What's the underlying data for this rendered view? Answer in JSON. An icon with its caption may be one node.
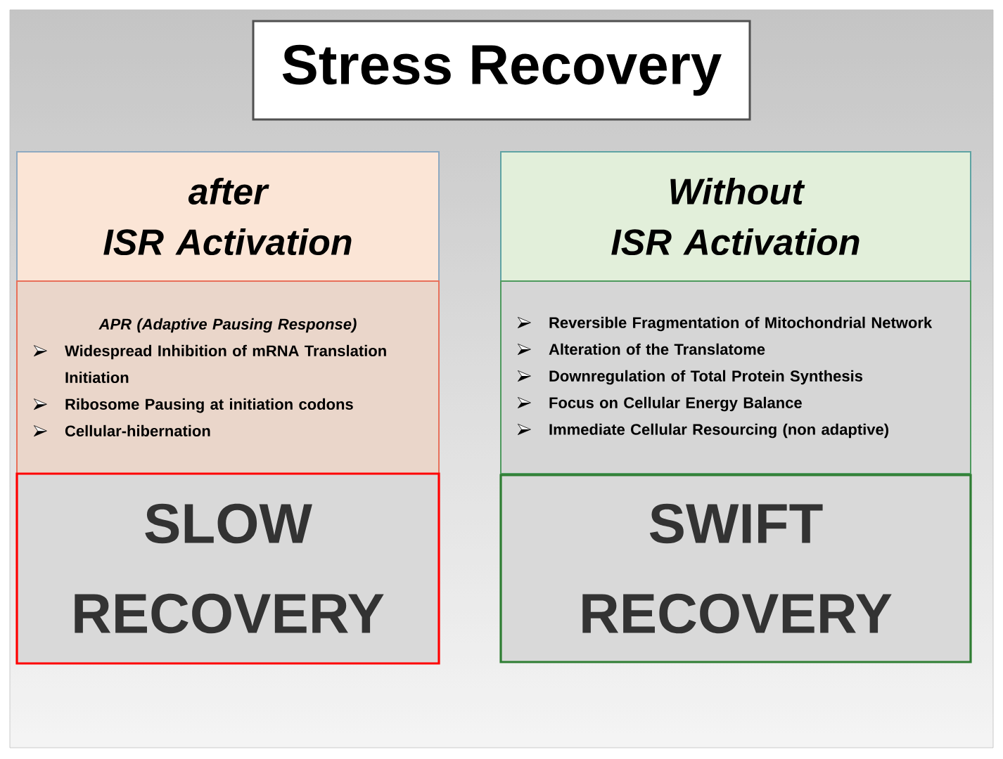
{
  "diagram": {
    "title": "Stress Recovery",
    "nodes": [
      {
        "text": [
          "after ISR Activation"
        ]
      },
      {
        "text": [
          "APR (Adaptive Pausing Response)",
          "Widespread Inhibition of mRNA Translation Initiation",
          "Ribosome Pausing at initiation codons",
          "Cellular-hibernation"
        ]
      },
      {
        "text": [
          "SLOW RECOVERY"
        ]
      },
      {
        "text": [
          "Without ISR Activation"
        ]
      },
      {
        "text": [
          "Reversible Fragmentation of Mitochondrial Network",
          "Alteration of the Translatome",
          "Downregulation of Total Protein Synthesis",
          "Focus on Cellular Energy Balance",
          "Immediate Cellular Resourcing (non adaptive)"
        ]
      },
      {
        "text": [
          "SWIFT RECOVERY"
        ]
      }
    ]
  }
}
